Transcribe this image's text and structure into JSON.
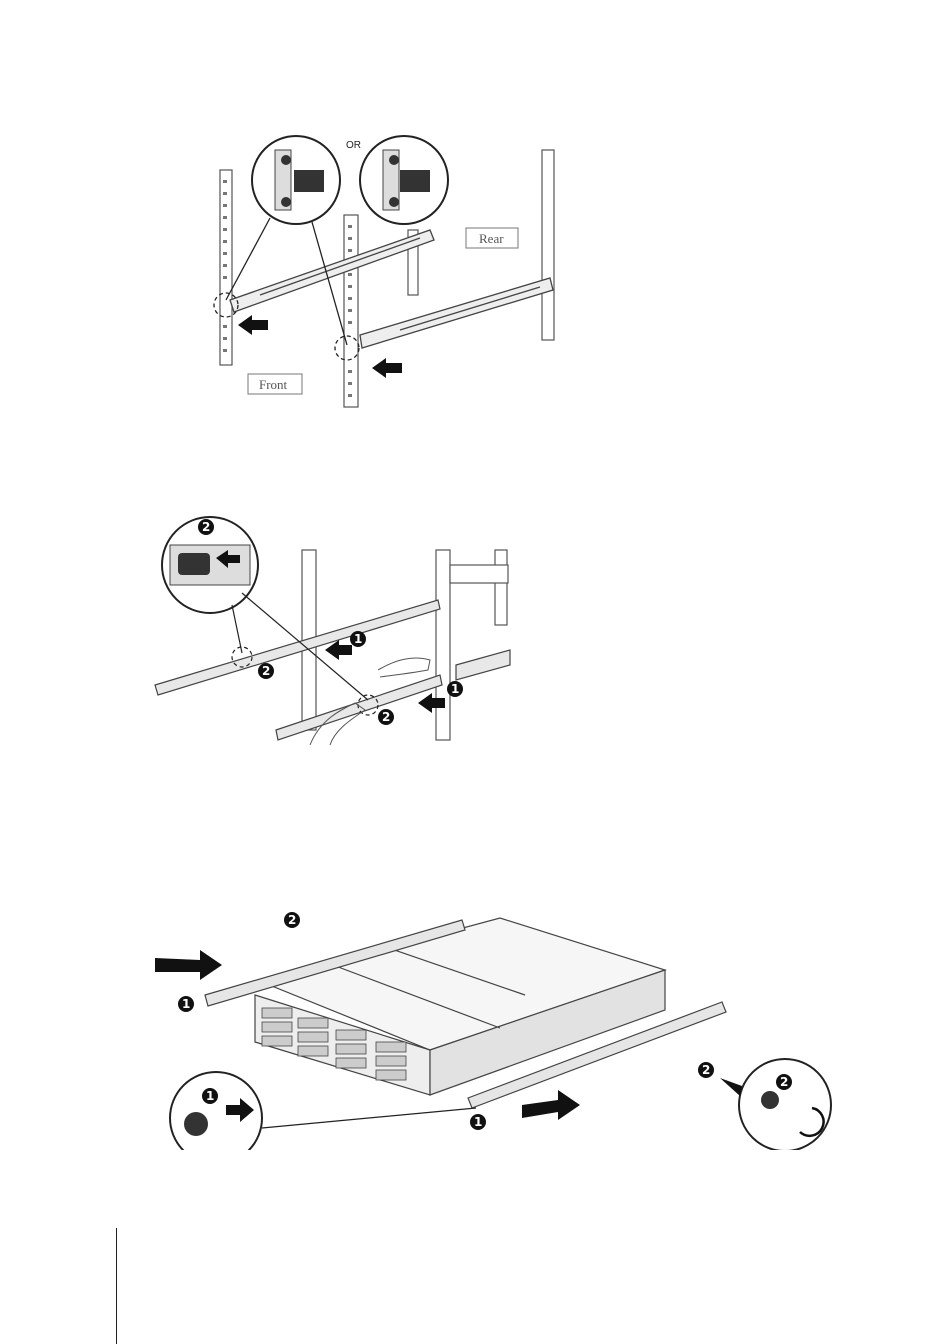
{
  "figure1": {
    "or_label": "OR",
    "rear_label": "Rear",
    "front_label": "Front"
  },
  "figure2": {
    "step_1": "1",
    "step_2": "2"
  },
  "figure3": {
    "step_1": "1",
    "step_2": "2"
  }
}
